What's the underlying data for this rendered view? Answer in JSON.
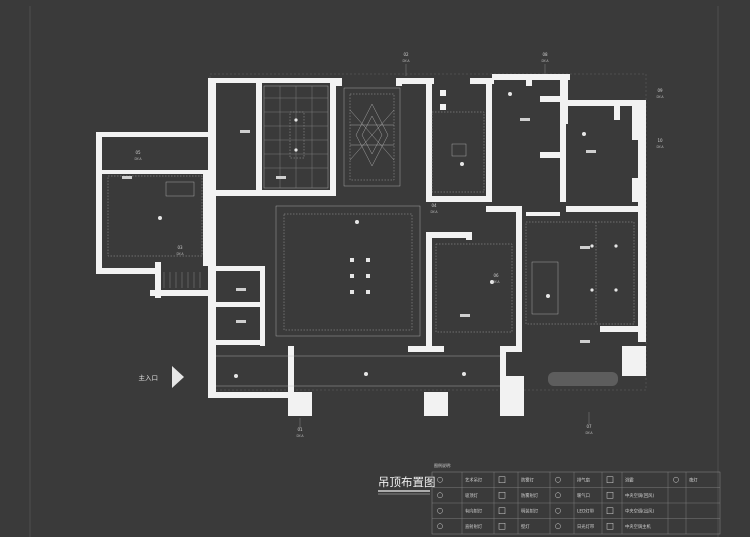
{
  "drawing": {
    "title": "吊顶布置图",
    "entrance_label": "主入口",
    "legend_heading": "图例说明:"
  },
  "section_marks": [
    {
      "id": "02",
      "sub": "DY-A"
    },
    {
      "id": "08",
      "sub": "DY-A"
    },
    {
      "id": "09",
      "sub": "DY-A"
    },
    {
      "id": "10",
      "sub": "DY-A"
    },
    {
      "id": "05",
      "sub": "DY-A"
    },
    {
      "id": "03",
      "sub": "DY-A"
    },
    {
      "id": "04",
      "sub": "DY-A"
    },
    {
      "id": "06",
      "sub": "DY-A"
    },
    {
      "id": "01",
      "sub": "DY-A"
    },
    {
      "id": "07",
      "sub": "DY-A"
    }
  ],
  "legend": {
    "rows": [
      [
        {
          "icon": "art-pendant-icon",
          "label": "艺术吊灯"
        },
        {
          "icon": "moisture-light-icon",
          "label": "防雾灯"
        },
        {
          "icon": "exhaust-fan-icon",
          "label": "排气扇"
        },
        {
          "icon": "bath-heater-icon",
          "label": "浴霸"
        },
        {
          "icon": "night-light-icon",
          "label": "夜灯"
        }
      ],
      [
        {
          "icon": "ceiling-light-icon",
          "label": "吸顶灯"
        },
        {
          "icon": "spot-light-icon",
          "label": "防雾射灯"
        },
        {
          "icon": "heating-vent-icon",
          "label": "暖气口"
        },
        {
          "icon": "ac-return-icon",
          "label": "中央空调(回风)"
        }
      ],
      [
        {
          "icon": "directional-spot-icon",
          "label": "有向射灯"
        },
        {
          "icon": "bright-spot-icon",
          "label": "明装射灯"
        },
        {
          "icon": "led-strip-icon",
          "label": "LED灯带"
        },
        {
          "icon": "ac-supply-icon",
          "label": "中央空调(出风)"
        }
      ],
      [
        {
          "icon": "down-spot-icon",
          "label": "直射射灯"
        },
        {
          "icon": "wall-light-icon",
          "label": "壁灯"
        },
        {
          "icon": "fluorescent-strip-icon",
          "label": "日光灯带"
        },
        {
          "icon": "ac-host-icon",
          "label": "中央空调主机"
        }
      ]
    ]
  }
}
